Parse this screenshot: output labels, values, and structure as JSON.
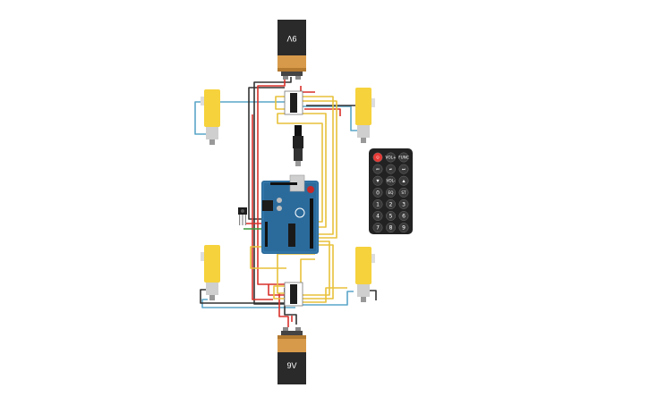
{
  "battery_top": {
    "label": "9V"
  },
  "battery_bottom": {
    "label": "9V"
  },
  "remote": {
    "buttons": [
      [
        "power",
        "VOL+",
        "FUNC/STOP"
      ],
      [
        "⏮",
        "⏯",
        "⏭"
      ],
      [
        "▼",
        "VOL-",
        "▲"
      ],
      [
        "0",
        "EQ",
        "ST/REPT"
      ],
      [
        "1",
        "2",
        "3"
      ],
      [
        "4",
        "5",
        "6"
      ],
      [
        "7",
        "8",
        "9"
      ]
    ]
  },
  "colors": {
    "wire_red": "#d9312b",
    "wire_black": "#333333",
    "wire_yellow": "#e8c13a",
    "wire_blue": "#5aa5c8",
    "wire_green": "#3a9a3a",
    "motor_yellow": "#f6d23c",
    "arduino_blue": "#2b6b9c",
    "battery_black": "#2a2a2a",
    "battery_orange": "#d79a4a",
    "remote_black": "#222222"
  }
}
